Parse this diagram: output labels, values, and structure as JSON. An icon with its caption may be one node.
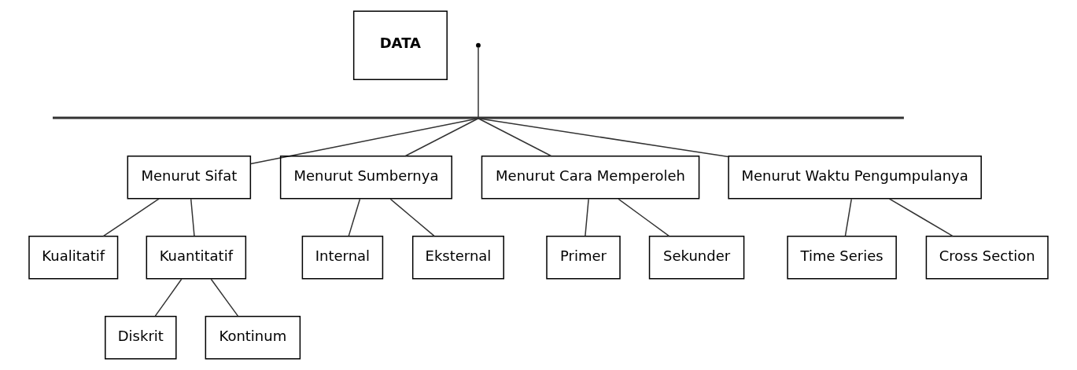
{
  "diagram": {
    "nodes": [
      {
        "text": [
          "DATA"
        ]
      },
      {
        "text": [],
        "shape": "bar"
      },
      {
        "text": [
          "Menurut Sifat"
        ]
      },
      {
        "text": [
          "Menurut Sumbernya"
        ]
      },
      {
        "text": [
          "Menurut Cara Memperoleh"
        ]
      },
      {
        "text": [
          "Menurut Waktu Pengumpulanya"
        ]
      },
      {
        "text": [
          "Kualitatif"
        ]
      },
      {
        "text": [
          "Kuantitatif"
        ]
      },
      {
        "text": [
          "Internal"
        ]
      },
      {
        "text": [
          "Eksternal"
        ]
      },
      {
        "text": [
          "Primer"
        ]
      },
      {
        "text": [
          "Sekunder"
        ]
      },
      {
        "text": [
          "Time Series"
        ]
      },
      {
        "text": [
          "Cross Section"
        ]
      },
      {
        "text": [
          "Diskrit"
        ]
      },
      {
        "text": [
          "Kontinum"
        ]
      }
    ],
    "edges": [
      {
        "from": null,
        "to": 1,
        "arrow": "none"
      },
      {
        "from": 1,
        "to": 2,
        "arrow": "none"
      },
      {
        "from": 1,
        "to": 3,
        "arrow": "none"
      },
      {
        "from": 1,
        "to": 4,
        "arrow": "none"
      },
      {
        "from": 1,
        "to": 5,
        "arrow": "none"
      },
      {
        "from": 2,
        "to": 6,
        "arrow": "none"
      },
      {
        "from": 2,
        "to": 7,
        "arrow": "none"
      },
      {
        "from": 3,
        "to": 8,
        "arrow": "none"
      },
      {
        "from": 3,
        "to": 9,
        "arrow": "none"
      },
      {
        "from": 4,
        "to": 10,
        "arrow": "none"
      },
      {
        "from": 4,
        "to": 11,
        "arrow": "none"
      },
      {
        "from": 5,
        "to": 12,
        "arrow": "none"
      },
      {
        "from": 5,
        "to": 13,
        "arrow": "none"
      },
      {
        "from": 7,
        "to": 14,
        "arrow": "none"
      },
      {
        "from": 7,
        "to": 15,
        "arrow": "none"
      }
    ]
  }
}
